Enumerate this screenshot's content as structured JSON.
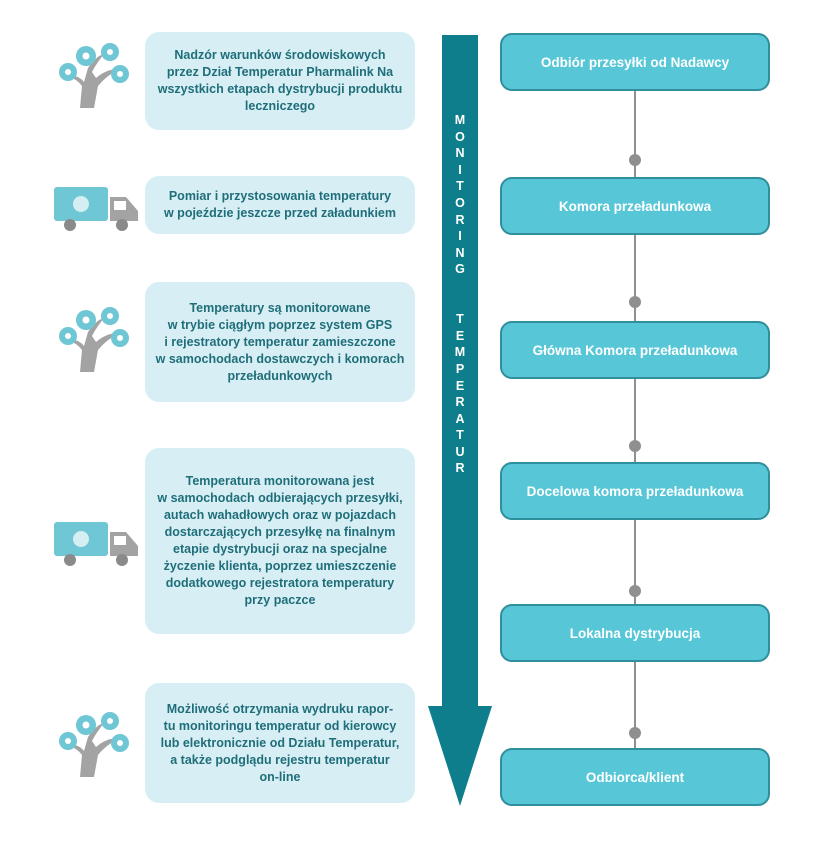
{
  "left_notes": [
    {
      "text": "Nadzór warunków środowiskowych\nprzez Dział Temperatur Pharmalink Na\nwszystkich etapach dystrybucji produktu\nleczniczego",
      "icon": "tree-icon"
    },
    {
      "text": "Pomiar i przystosowania temperatury\nw pojeździe jeszcze  przed załadunkiem",
      "icon": "truck-icon"
    },
    {
      "text": "Temperatury są monitorowane\nw trybie ciągłym poprzez system GPS\ni rejestratory temperatur zamieszczone\nw samochodach dostawczych i komorach\nprzeładunkowych",
      "icon": "tree-icon"
    },
    {
      "text": "Temperatura monitorowana jest\nw samochodach odbierających przesyłki,\nautach wahadłowych oraz w pojazdach\ndostarczających przesyłkę na finalnym\netapie dystrybucji oraz na specjalne\nżyczenie klienta, poprzez umieszczenie\ndodatkowego rejestratora temperatury\nprzy paczce",
      "icon": "truck-icon"
    },
    {
      "text": "Możliwość otrzymania wydruku rapor-\ntu  monitoringu  temperatur od kierowcy\nlub elektronicznie od Działu Temperatur,\na także podglądu rejestru temperatur\non-line",
      "icon": "tree-icon"
    }
  ],
  "arrow": {
    "letters": [
      "M",
      "O",
      "N",
      "I",
      "T",
      "O",
      "R",
      "I",
      "N",
      "G",
      " ",
      " ",
      "T",
      "E",
      "M",
      "P",
      "E",
      "R",
      "A",
      "T",
      "U",
      "R"
    ]
  },
  "steps": [
    "Odbiór przesyłki od Nadawcy",
    "Komora przeładunkowa",
    "Główna Komora przeładunkowa",
    "Docelowa komora przeładunkowa",
    "Lokalna dystrybucja",
    "Odbiorca/klient"
  ],
  "colors": {
    "arrow": "#0f7e8c",
    "note_bg": "#d7eff4",
    "note_text": "#1f6e7a",
    "step_bg": "#57c7d8",
    "step_border": "#2f8f9d",
    "icon": "#6fc6d4",
    "icon_trunk": "#a3a3a3",
    "connector": "#8f8f8f"
  }
}
